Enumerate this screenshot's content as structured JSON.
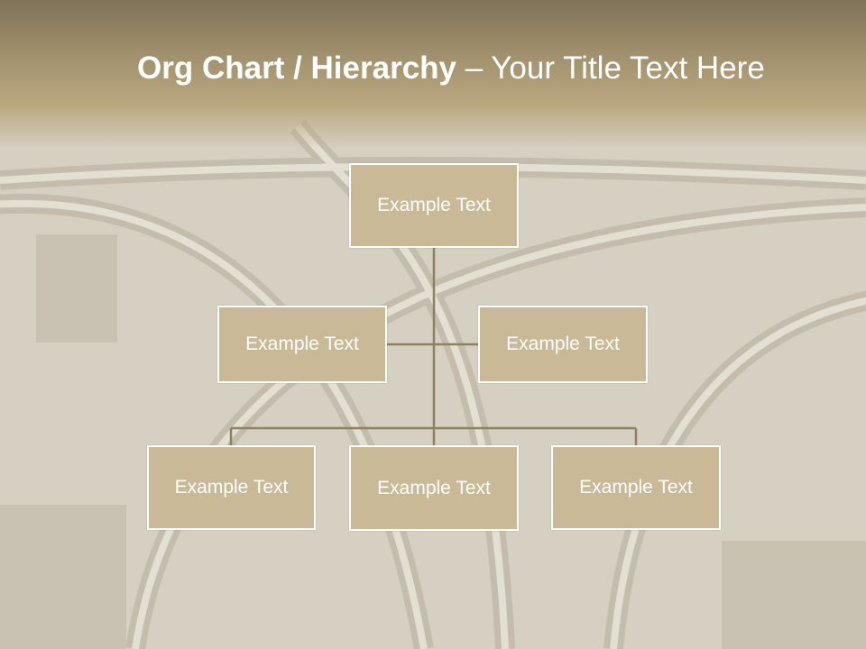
{
  "slide": {
    "title_bold": "Org Chart / Hierarchy",
    "title_dash": " – ",
    "title_rest": "Your Title Text Here"
  },
  "org_chart": {
    "root": {
      "label": "Example Text"
    },
    "level2": [
      {
        "label": "Example Text"
      },
      {
        "label": "Example Text"
      }
    ],
    "level3": [
      {
        "label": "Example Text"
      },
      {
        "label": "Example Text"
      },
      {
        "label": "Example Text"
      }
    ]
  },
  "colors": {
    "box_fill": "#c9b997",
    "box_border": "#ffffff",
    "connector": "#8f8060",
    "header": "#a08f6c"
  }
}
